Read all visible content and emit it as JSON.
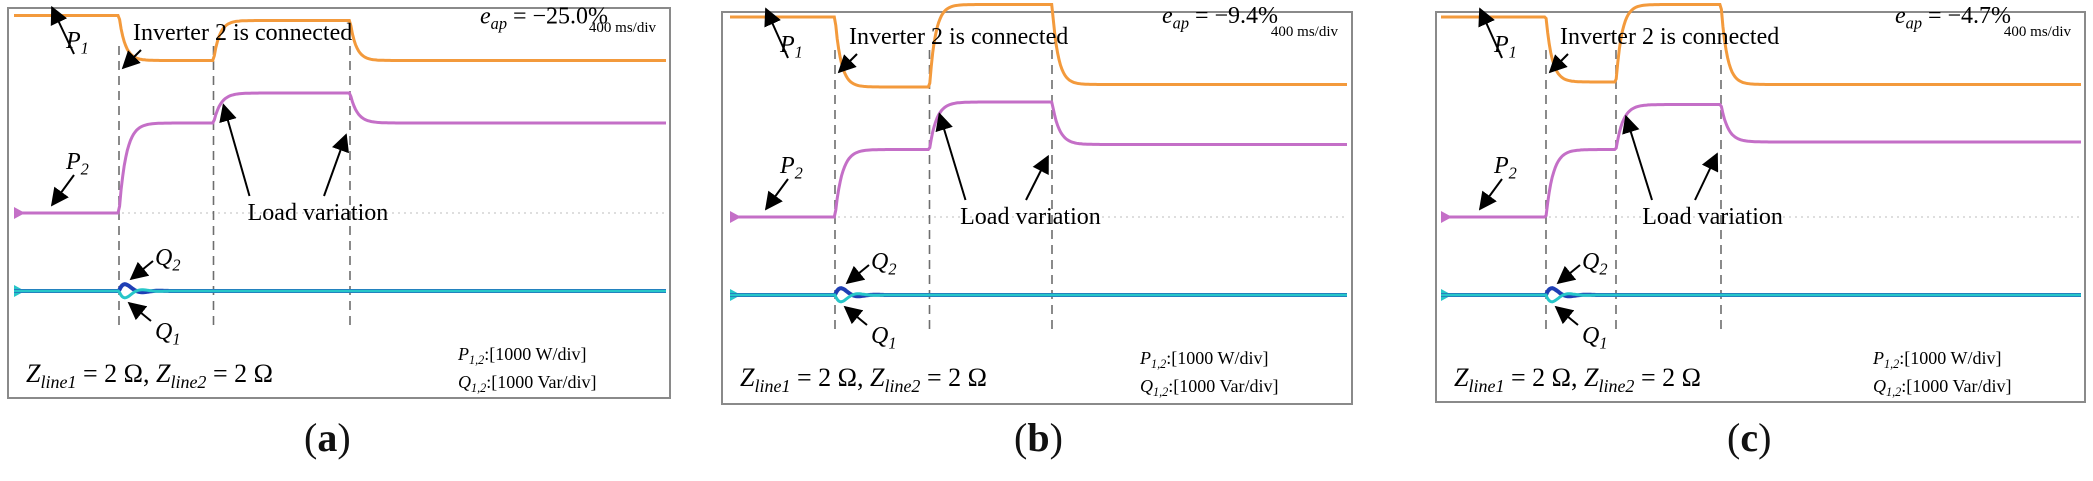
{
  "chart_data": [
    {
      "type": "line",
      "panel_label": "a",
      "time_scale": "400 ms/div",
      "connect_annotation": "Inverter 2 is connected",
      "load_annotation": "Load variation",
      "error_metric": {
        "symbol": "e",
        "subscript": "ap",
        "value": "= −25.0%"
      },
      "scale_p": {
        "symbol": "P",
        "subscript": "1,2",
        "text": ":[1000 W/div]"
      },
      "scale_q": {
        "symbol": "Q",
        "subscript": "1,2",
        "text": ":[1000 Var/div]"
      },
      "line_impedance": {
        "z": "Z",
        "sub1": "line1",
        "eq1": " = 2 Ω, ",
        "sub2": "line2",
        "eq2": " = 2 Ω"
      },
      "events_div": [
        1.5,
        2.85,
        4.8
      ],
      "series": [
        {
          "name": "P1",
          "symbol": "P",
          "subscript": "1",
          "color": "#f39a3c",
          "levels_div": [
            3.95,
            3.05,
            3.85,
            3.05
          ]
        },
        {
          "name": "P2",
          "symbol": "P",
          "subscript": "2",
          "color": "#c46fc7",
          "levels_div": [
            0,
            1.8,
            2.4,
            1.8
          ]
        },
        {
          "name": "Q2",
          "symbol": "Q",
          "subscript": "2",
          "color": "#1f3fb5",
          "levels_div": [
            0,
            0,
            0,
            0
          ]
        },
        {
          "name": "Q1",
          "symbol": "Q",
          "subscript": "1",
          "color": "#27c6c9",
          "levels_div": [
            0,
            0,
            0,
            0
          ]
        }
      ]
    },
    {
      "type": "line",
      "panel_label": "b",
      "time_scale": "400 ms/div",
      "connect_annotation": "Inverter 2 is connected",
      "load_annotation": "Load variation",
      "error_metric": {
        "symbol": "e",
        "subscript": "ap",
        "value": "= −9.4%"
      },
      "scale_p": {
        "symbol": "P",
        "subscript": "1,2",
        "text": ":[1000 W/div]"
      },
      "scale_q": {
        "symbol": "Q",
        "subscript": "1,2",
        "text": ":[1000 Var/div]"
      },
      "line_impedance": {
        "z": "Z",
        "sub1": "line1",
        "eq1": " = 2 Ω, ",
        "sub2": "line2",
        "eq2": " = 2 Ω"
      },
      "events_div": [
        1.5,
        2.85,
        4.6
      ],
      "series": [
        {
          "name": "P1",
          "symbol": "P",
          "subscript": "1",
          "color": "#f39a3c",
          "levels_div": [
            4.0,
            2.6,
            4.25,
            2.65
          ]
        },
        {
          "name": "P2",
          "symbol": "P",
          "subscript": "2",
          "color": "#c46fc7",
          "levels_div": [
            0,
            1.35,
            2.3,
            1.45
          ]
        },
        {
          "name": "Q2",
          "symbol": "Q",
          "subscript": "2",
          "color": "#1f3fb5",
          "levels_div": [
            0,
            0,
            0,
            0
          ]
        },
        {
          "name": "Q1",
          "symbol": "Q",
          "subscript": "1",
          "color": "#27c6c9",
          "levels_div": [
            0,
            0,
            0,
            0
          ]
        }
      ]
    },
    {
      "type": "line",
      "panel_label": "c",
      "time_scale": "400 ms/div",
      "connect_annotation": "Inverter 2 is connected",
      "load_annotation": "Load variation",
      "error_metric": {
        "symbol": "e",
        "subscript": "ap",
        "value": "= −4.7%"
      },
      "scale_p": {
        "symbol": "P",
        "subscript": "1,2",
        "text": ":[1000 W/div]"
      },
      "scale_q": {
        "symbol": "Q",
        "subscript": "1,2",
        "text": ":[1000 Var/div]"
      },
      "line_impedance": {
        "z": "Z",
        "sub1": "line1",
        "eq1": " = 2 Ω, ",
        "sub2": "line2",
        "eq2": " = 2 Ω"
      },
      "events_div": [
        1.5,
        2.5,
        4.0
      ],
      "series": [
        {
          "name": "P1",
          "symbol": "P",
          "subscript": "1",
          "color": "#f39a3c",
          "levels_div": [
            4.0,
            2.7,
            4.25,
            2.65
          ]
        },
        {
          "name": "P2",
          "symbol": "P",
          "subscript": "2",
          "color": "#c46fc7",
          "levels_div": [
            0,
            1.35,
            2.25,
            1.5
          ]
        },
        {
          "name": "Q2",
          "symbol": "Q",
          "subscript": "2",
          "color": "#1f3fb5",
          "levels_div": [
            0,
            0,
            0,
            0
          ]
        },
        {
          "name": "Q1",
          "symbol": "Q",
          "subscript": "1",
          "color": "#27c6c9",
          "levels_div": [
            0,
            0,
            0,
            0
          ]
        }
      ]
    }
  ]
}
